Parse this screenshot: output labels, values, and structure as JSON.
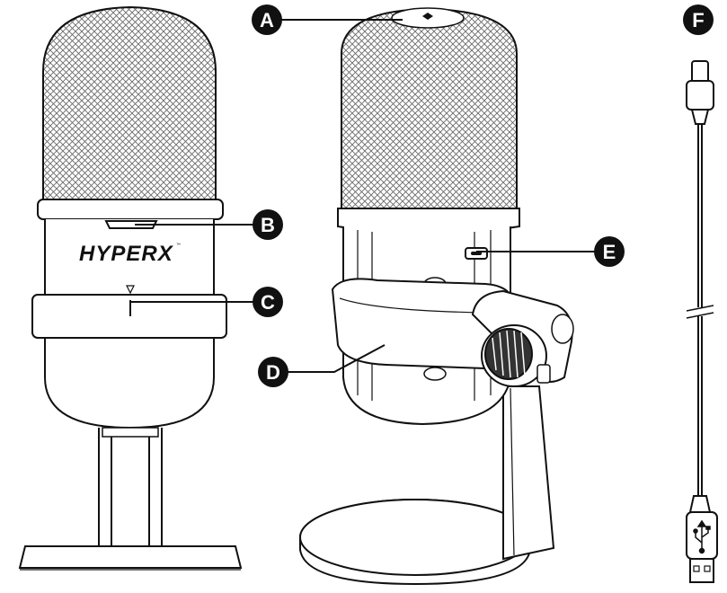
{
  "brand": {
    "logo_text": "HYPERX",
    "trademark": "™"
  },
  "callouts": [
    {
      "id": "A",
      "label": "A"
    },
    {
      "id": "B",
      "label": "B"
    },
    {
      "id": "C",
      "label": "C"
    },
    {
      "id": "D",
      "label": "D"
    },
    {
      "id": "E",
      "label": "E"
    },
    {
      "id": "F",
      "label": "F"
    }
  ],
  "colors": {
    "line": "#111111",
    "callout_fill": "#111111",
    "background": "#ffffff"
  },
  "icons": {
    "usb_symbol": "usb-icon"
  }
}
